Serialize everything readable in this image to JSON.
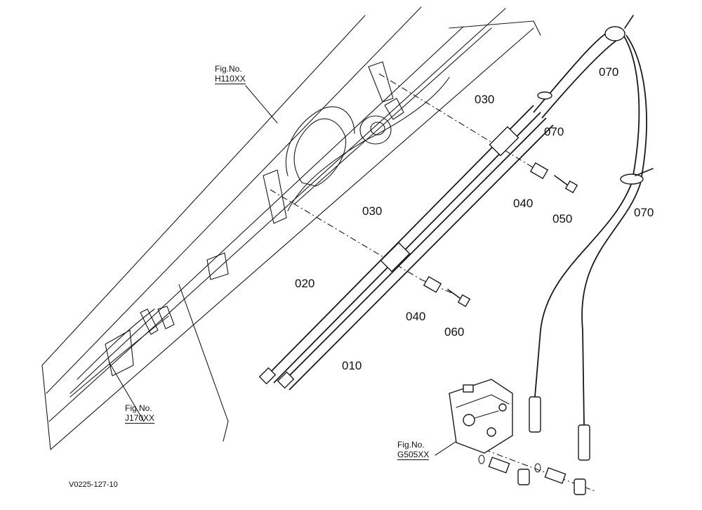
{
  "callouts": [
    {
      "id": "030a",
      "text": "030"
    },
    {
      "id": "030b",
      "text": "030"
    },
    {
      "id": "070a",
      "text": "070"
    },
    {
      "id": "070b",
      "text": "070"
    },
    {
      "id": "070c",
      "text": "070"
    },
    {
      "id": "040a",
      "text": "040"
    },
    {
      "id": "040b",
      "text": "040"
    },
    {
      "id": "050",
      "text": "050"
    },
    {
      "id": "060",
      "text": "060"
    },
    {
      "id": "020",
      "text": "020"
    },
    {
      "id": "010",
      "text": "010"
    }
  ],
  "figure_refs": [
    {
      "id": "h110",
      "prefix": "Fig.No.",
      "code": "H110XX"
    },
    {
      "id": "j170",
      "prefix": "Fig.No.",
      "code": "J170XX"
    },
    {
      "id": "g505",
      "prefix": "Fig.No.",
      "code": "G505XX"
    }
  ],
  "drawing_code": "V0225-127-10"
}
